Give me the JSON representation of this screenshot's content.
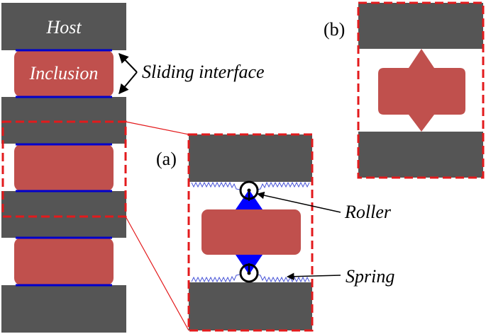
{
  "labels": {
    "host": "Host",
    "inclusion": "Inclusion",
    "sliding_interface": "Sliding interface",
    "panel_a": "(a)",
    "panel_b": "(b)",
    "roller": "Roller",
    "spring": "Spring"
  },
  "colors": {
    "host": "#555555",
    "inclusion": "#c0504d",
    "interface": "#0000cc",
    "dashed_frame": "#e31a1c",
    "zoom_line": "#e31a1c",
    "spring": "#4a56d8",
    "roller_triangle": "#0000ff",
    "arrow": "#000000",
    "text": "#000000"
  }
}
